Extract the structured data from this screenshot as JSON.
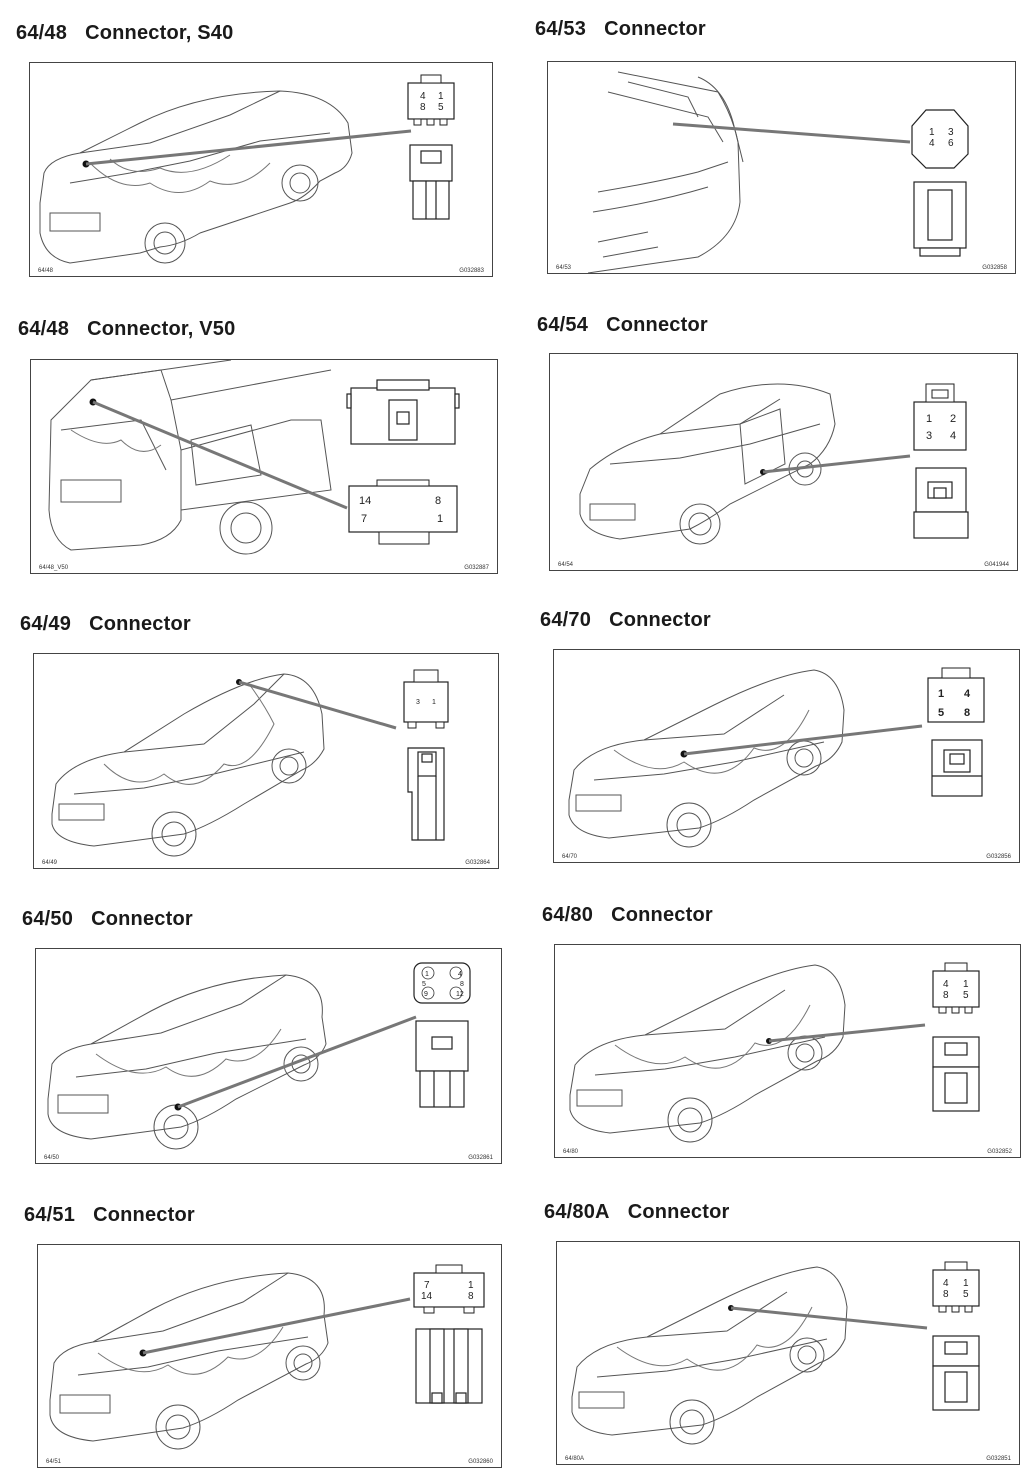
{
  "panels": [
    {
      "code": "64/48",
      "title": "Connector, S40",
      "caption_left": "64/48",
      "caption_right": "G032883",
      "pins": [
        "4",
        "1",
        "8",
        "5"
      ]
    },
    {
      "code": "64/53",
      "title": "Connector",
      "caption_left": "64/53",
      "caption_right": "G032858",
      "pins": [
        "1",
        "3",
        "4",
        "6"
      ]
    },
    {
      "code": "64/48",
      "title": "Connector, V50",
      "caption_left": "64/48_V50",
      "caption_right": "G032887",
      "pins": [
        "14",
        "8",
        "7",
        "1"
      ]
    },
    {
      "code": "64/54",
      "title": "Connector",
      "caption_left": "64/54",
      "caption_right": "G041944",
      "pins": [
        "1",
        "2",
        "3",
        "4"
      ]
    },
    {
      "code": "64/49",
      "title": "Connector",
      "caption_left": "64/49",
      "caption_right": "G032864",
      "pins": [
        "3",
        "1"
      ]
    },
    {
      "code": "64/70",
      "title": "Connector",
      "caption_left": "64/70",
      "caption_right": "G032856",
      "pins": [
        "1",
        "4",
        "5",
        "8"
      ]
    },
    {
      "code": "64/50",
      "title": "Connector",
      "caption_left": "64/50",
      "caption_right": "G032861",
      "pins": [
        "1",
        "4",
        "5",
        "8",
        "9",
        "12"
      ]
    },
    {
      "code": "64/80",
      "title": "Connector",
      "caption_left": "64/80",
      "caption_right": "G032852",
      "pins": [
        "4",
        "1",
        "8",
        "5"
      ]
    },
    {
      "code": "64/51",
      "title": "Connector",
      "caption_left": "64/51",
      "caption_right": "G032860",
      "pins": [
        "7",
        "1",
        "14",
        "8"
      ]
    },
    {
      "code": "64/80A",
      "title": "Connector",
      "caption_left": "64/80A",
      "caption_right": "G032851",
      "pins": [
        "4",
        "1",
        "8",
        "5"
      ]
    }
  ]
}
